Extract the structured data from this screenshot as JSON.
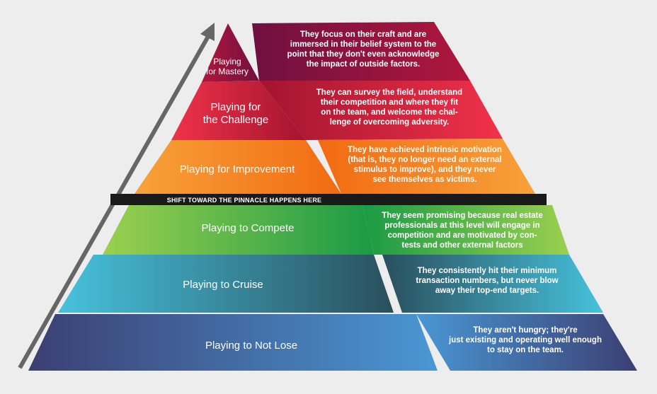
{
  "levels": [
    {
      "name": "Playing\nfor Mastery",
      "description": "They focus on their craft and are\nimmersed in their belief system to the\npoint that they don't even acknowledge\nthe impact of outside factors.",
      "colors": [
        "#b0173d",
        "#6f1040"
      ]
    },
    {
      "name": "Playing for\nthe Challenge",
      "description": "They can survey the field, understand\ntheir competition and where they fit\non the team, and welcome the chal-\nlenge of overcoming adversity.",
      "colors": [
        "#f0324a",
        "#a3142e"
      ]
    },
    {
      "name": "Playing for Improvement",
      "description": "They have achieved intrinsic motivation\n(that is, they no longer need an external\nstimulus to improve), and they never\nsee themselves as victims.",
      "colors": [
        "#f7a23a",
        "#f26a12"
      ]
    },
    {
      "name": "Playing to Compete",
      "description": "They seem promising because real estate\nprofessionals at this level will engage in\ncompetition and are motivated by con-\ntests and other external factors",
      "colors": [
        "#9bd04f",
        "#1a9a45"
      ]
    },
    {
      "name": "Playing to Cruise",
      "description": "They consistently hit their minimum\ntransaction numbers, but never blow\naway their top-end targets.",
      "colors": [
        "#46c2dc",
        "#2a4f5d"
      ]
    },
    {
      "name": "Playing to Not Lose",
      "description": "They aren't hungry; they're\njust existing and operating well enough\nto stay on the team.",
      "colors": [
        "#3b3f72",
        "#4a97d4"
      ]
    }
  ],
  "shift_label": "SHIFT TOWARD THE PINNACLE HAPPENS HERE",
  "colors": {
    "background": "#ededed",
    "arrow": "#666666",
    "shift_bar": "#1a1a1a"
  }
}
